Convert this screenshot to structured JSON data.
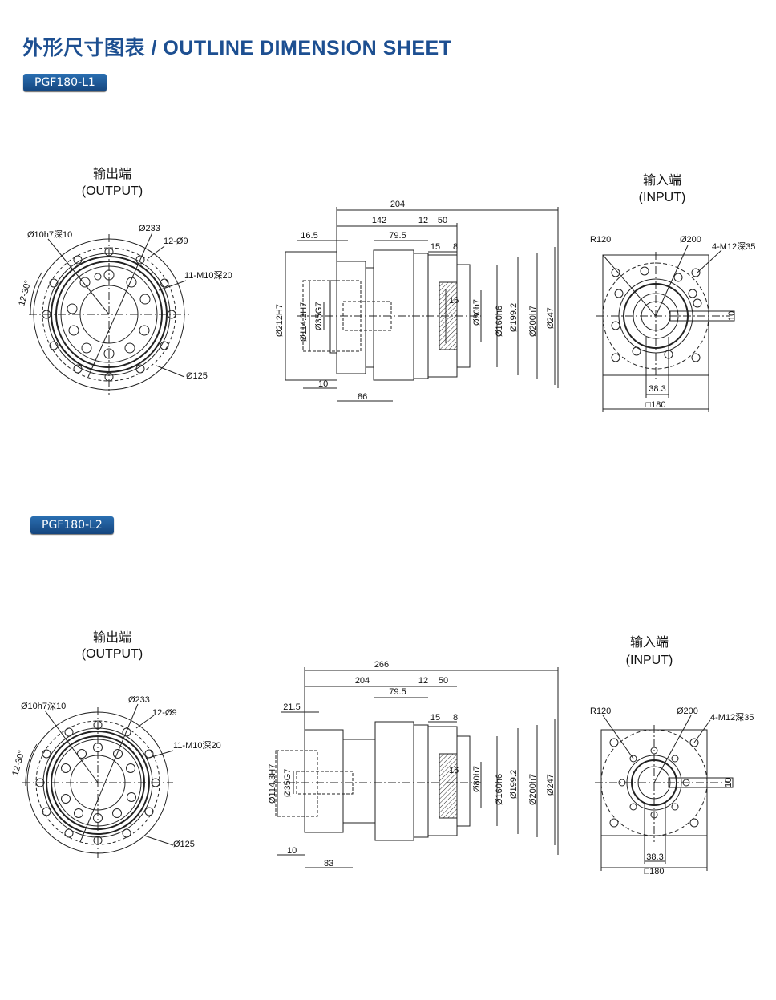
{
  "page": {
    "title": "外形尺寸图表 / OUTLINE DIMENSION SHEET",
    "brand_color": "#1d4f91"
  },
  "sections": [
    {
      "model": "PGF180-L1",
      "output": {
        "label_cn": "输出端",
        "label_en": "(OUTPUT)",
        "dims": {
          "pin": "Ø10h7深10",
          "d233": "Ø233",
          "holes": "12-Ø9",
          "tap": "11-M10深20",
          "angle": "12-30°",
          "d125": "Ø125"
        }
      },
      "side": {
        "d204": "204",
        "d142": "142",
        "d12": "12",
        "d50": "50",
        "d16_5": "16.5",
        "d79_5": "79.5",
        "d15": "15",
        "d8": "8",
        "d212": "Ø212H7",
        "d114": "Ø114.3H7",
        "d35": "Ø35G7",
        "d16": "16",
        "d80": "Ø80h7",
        "d160": "Ø160h6",
        "d199": "Ø199.2",
        "d200": "Ø200h7",
        "d247": "Ø247",
        "d10": "10",
        "d86": "86"
      },
      "input": {
        "label_cn": "输入端",
        "label_en": "(INPUT)",
        "dims": {
          "r120": "R120",
          "d200": "Ø200",
          "tap": "4-M12深35",
          "key": "10",
          "d38": "38.3",
          "sq": "□180"
        }
      }
    },
    {
      "model": "PGF180-L2",
      "output": {
        "label_cn": "输出端",
        "label_en": "(OUTPUT)",
        "dims": {
          "pin": "Ø10h7深10",
          "d233": "Ø233",
          "holes": "12-Ø9",
          "tap": "11-M10深20",
          "angle": "12-30°",
          "d125": "Ø125"
        }
      },
      "side": {
        "d266": "266",
        "d204": "204",
        "d12": "12",
        "d50": "50",
        "d21_5": "21.5",
        "d79_5": "79.5",
        "d15": "15",
        "d8": "8",
        "d114": "Ø114.3H7",
        "d35": "Ø35G7",
        "d16": "16",
        "d80": "Ø80h7",
        "d160": "Ø160h6",
        "d199": "Ø199.2",
        "d200": "Ø200h7",
        "d247": "Ø247",
        "d10": "10",
        "d83": "83"
      },
      "input": {
        "label_cn": "输入端",
        "label_en": "(INPUT)",
        "dims": {
          "r120": "R120",
          "d200": "Ø200",
          "tap": "4-M12深35",
          "key": "10",
          "d38": "38.3",
          "sq": "□180"
        }
      }
    }
  ]
}
